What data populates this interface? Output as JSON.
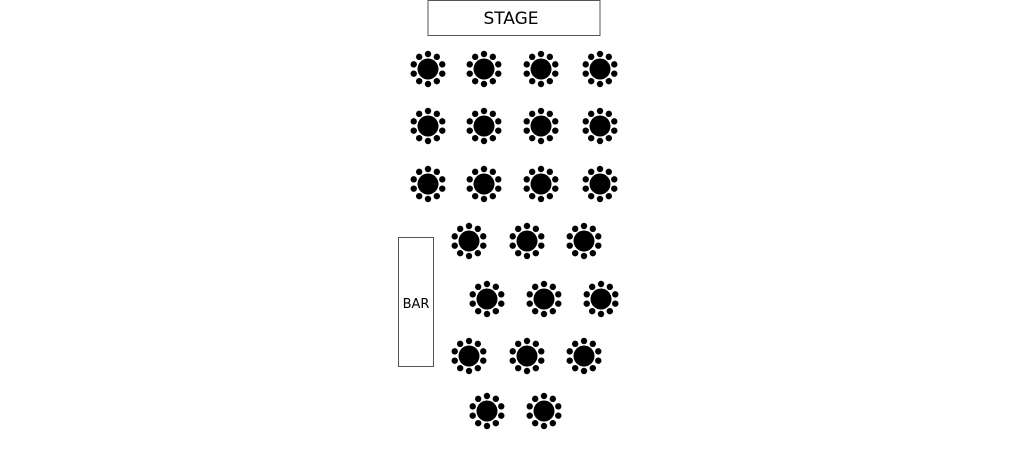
{
  "labels": {
    "stage": "STAGE",
    "bar": "BAR"
  },
  "layout": {
    "table_rows": [
      4,
      4,
      4,
      3,
      3,
      3,
      2
    ],
    "seats_per_table": 10,
    "table_count": 23
  },
  "colors": {
    "ink": "#000000",
    "background": "#ffffff",
    "outline": "#555555"
  }
}
